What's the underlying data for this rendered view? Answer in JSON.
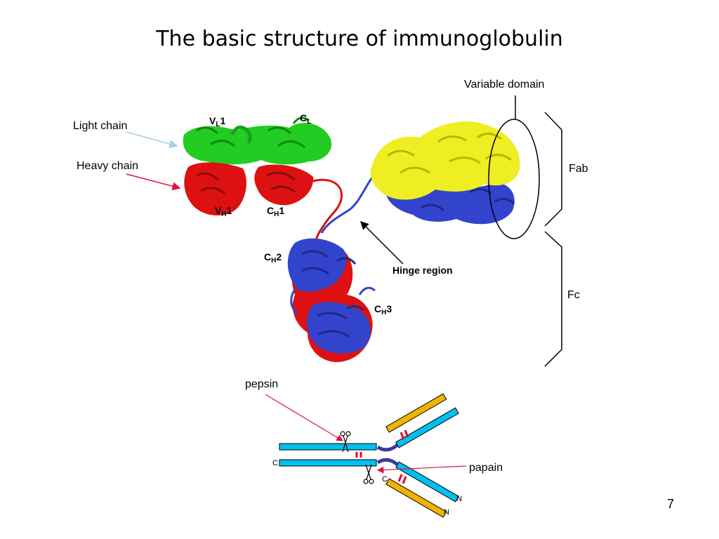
{
  "slide": {
    "title": "The basic structure of immunoglobulin",
    "page_number": "7"
  },
  "labels": {
    "variable_domain": "Variable domain",
    "light_chain": "Light chain",
    "heavy_chain": "Heavy chain",
    "fab": "Fab",
    "fc": "Fc",
    "hinge_region": "Hinge region",
    "pepsin": "pepsin",
    "papain": "papain"
  },
  "domains": {
    "vl1": {
      "letter": "V",
      "sub": "L",
      "num": "1"
    },
    "cl": {
      "letter": "C",
      "sub": "L",
      "num": ""
    },
    "vh1": {
      "letter": "V",
      "sub": "H",
      "num": "1"
    },
    "ch1": {
      "letter": "C",
      "sub": "H",
      "num": "1"
    },
    "ch2": {
      "letter": "C",
      "sub": "H",
      "num": "2"
    },
    "ch3": {
      "letter": "C",
      "sub": "H",
      "num": "3"
    }
  },
  "schematic": {
    "c_term_1": "C",
    "c_term_2": "C",
    "n_term_1": "N",
    "n_term_2": "N"
  },
  "colors": {
    "light_chain": "#22cc22",
    "heavy_chain": "#dd1111",
    "heavy_chain_2": "#3344cc",
    "light_chain_2": "#eeee22",
    "schematic_heavy": "#00c0f0",
    "schematic_light": "#f0b400",
    "disulfide": "#e8002a",
    "arrow_light": "#a8cce0",
    "arrow_heavy": "#e0103a"
  },
  "icons": [
    "scissors-icon",
    "scissors-icon"
  ]
}
